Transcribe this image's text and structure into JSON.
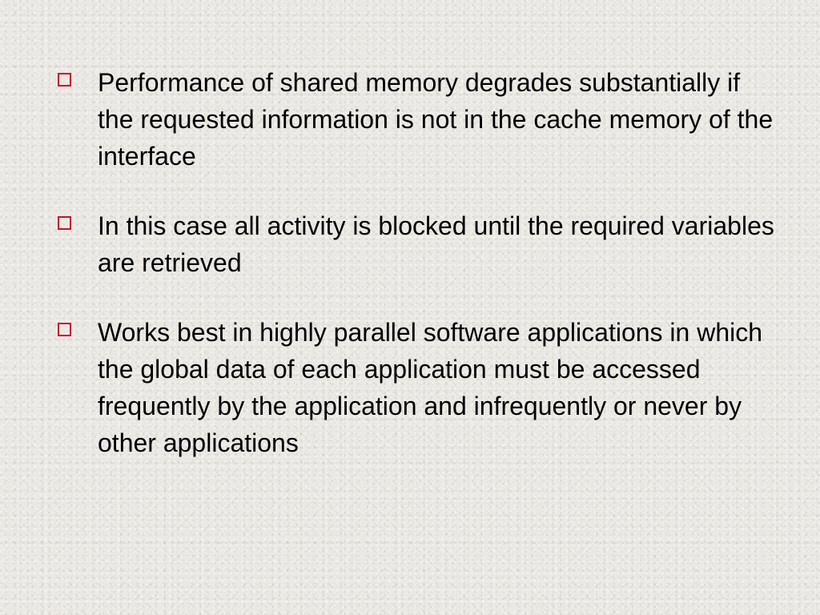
{
  "slide": {
    "bullet_color": "#c8102e",
    "marker_icon": "hollow-square-bullet-icon",
    "bullets": [
      {
        "text": "Performance of shared memory degrades substantially if the requested information is not in the cache memory of the interface"
      },
      {
        "text": "In this case all activity is blocked until the required variables are retrieved"
      },
      {
        "text": "Works best in highly parallel software applications in which the global data of each application must be accessed frequently by the application and infrequently or never by other applications"
      }
    ]
  }
}
